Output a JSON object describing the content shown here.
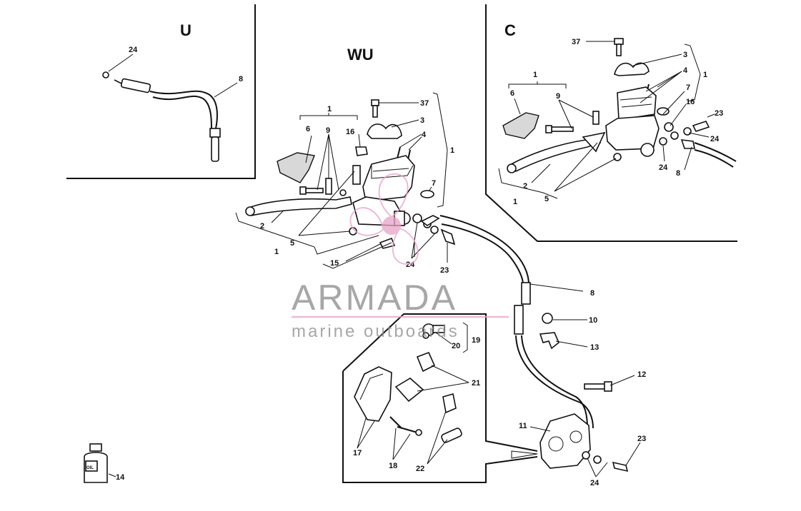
{
  "variants": {
    "u": "U",
    "wu": "WU",
    "c": "C"
  },
  "parts": {
    "u": {
      "p24": "24",
      "p8": "8"
    },
    "wu": {
      "p37": "37",
      "p3": "3",
      "p1_top": "1",
      "p6": "6",
      "p9": "9",
      "p16": "16",
      "p4": "4",
      "p1_right": "1",
      "p7": "7",
      "p2": "2",
      "p5": "5",
      "p1_left": "1",
      "p15": "15",
      "p24": "24",
      "p23": "23",
      "p8": "8",
      "p10": "10",
      "p13": "13",
      "p12": "12",
      "p11": "11",
      "p23_caliper": "23",
      "p24_caliper": "24"
    },
    "c": {
      "p37": "37",
      "p3": "3",
      "p4": "4",
      "p1_right": "1",
      "p1_top": "1",
      "p6": "6",
      "p9": "9",
      "p7": "7",
      "p16": "16",
      "p23": "23",
      "p24_right": "24",
      "p24_bottom": "24",
      "p8": "8",
      "p2": "2",
      "p1_bottom": "1",
      "p5": "5"
    },
    "kit": {
      "p19": "19",
      "p20": "20",
      "p21": "21",
      "p17": "17",
      "p18": "18",
      "p22": "22"
    },
    "bottle": {
      "p14": "14",
      "label": "OIL"
    }
  },
  "watermark": {
    "brand": "ARMADA",
    "tagline": "marine outboards",
    "color": "#e8a4c8"
  },
  "colors": {
    "ink": "#111111",
    "watermark_gray": "#8a8a8a"
  }
}
